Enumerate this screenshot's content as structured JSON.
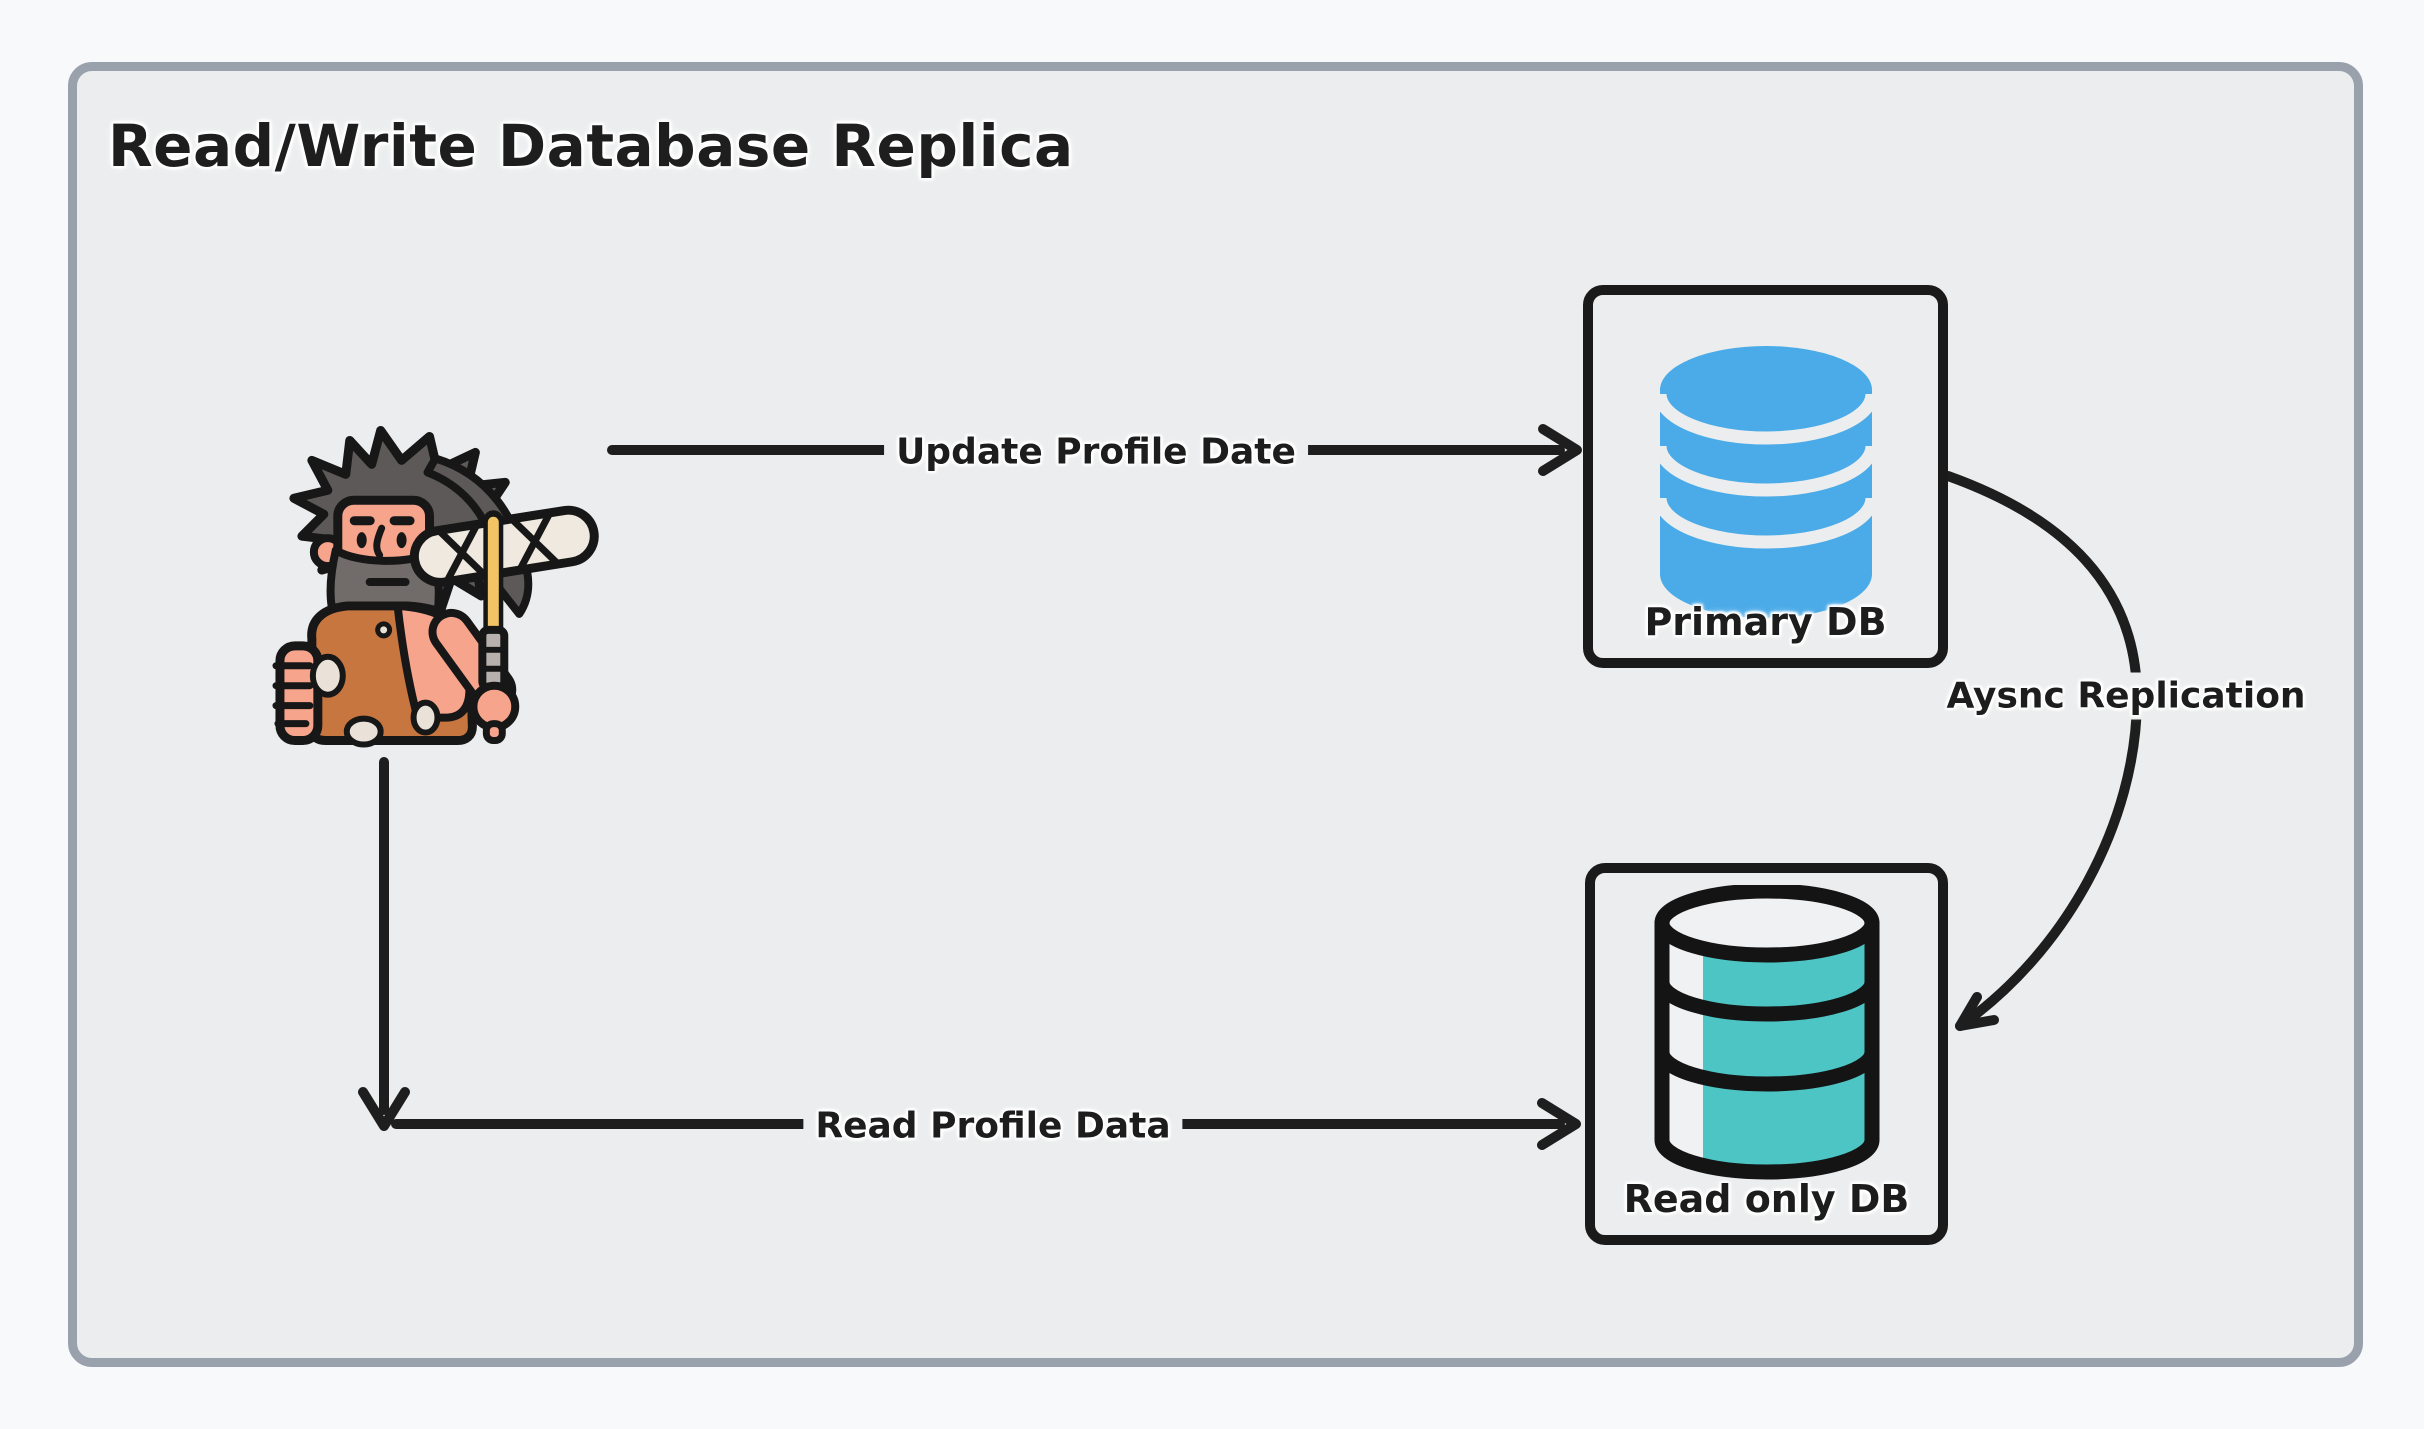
{
  "title": "Read/Write Database Replica",
  "actor": {
    "icon": "caveman-user-icon"
  },
  "nodes": {
    "primary": {
      "label": "Primary DB",
      "icon": "database-stack-blue-icon"
    },
    "replica": {
      "label": "Read only DB",
      "icon": "database-cylinder-teal-icon"
    }
  },
  "edges": {
    "update": {
      "label": "Update Profile Date",
      "from": "caveman-user",
      "to": "Primary DB"
    },
    "read": {
      "label": "Read Profile Data",
      "from": "caveman-user",
      "to": "Read only DB"
    },
    "replication": {
      "label": "Aysnc Replication",
      "from": "Primary DB",
      "to": "Read only DB"
    }
  },
  "colors": {
    "ink": "#1e1e1e",
    "page_bg": "#f8f9fb",
    "panel_bg": "#ebedee",
    "frame_border": "#99a1ad",
    "db_blue": "#4aabe8",
    "db_teal": "#4ec5c5",
    "cylinder_white": "#f0f1f2",
    "skin": "#f7a48c",
    "hair": "#5d5958",
    "beard": "#716c6a",
    "tunic": "#c8763f",
    "club_wrap": "#efe9e0",
    "club_handle": "#f2c464",
    "wrap_gray": "#b7b0ac",
    "spot_cream": "#eae2d8"
  }
}
